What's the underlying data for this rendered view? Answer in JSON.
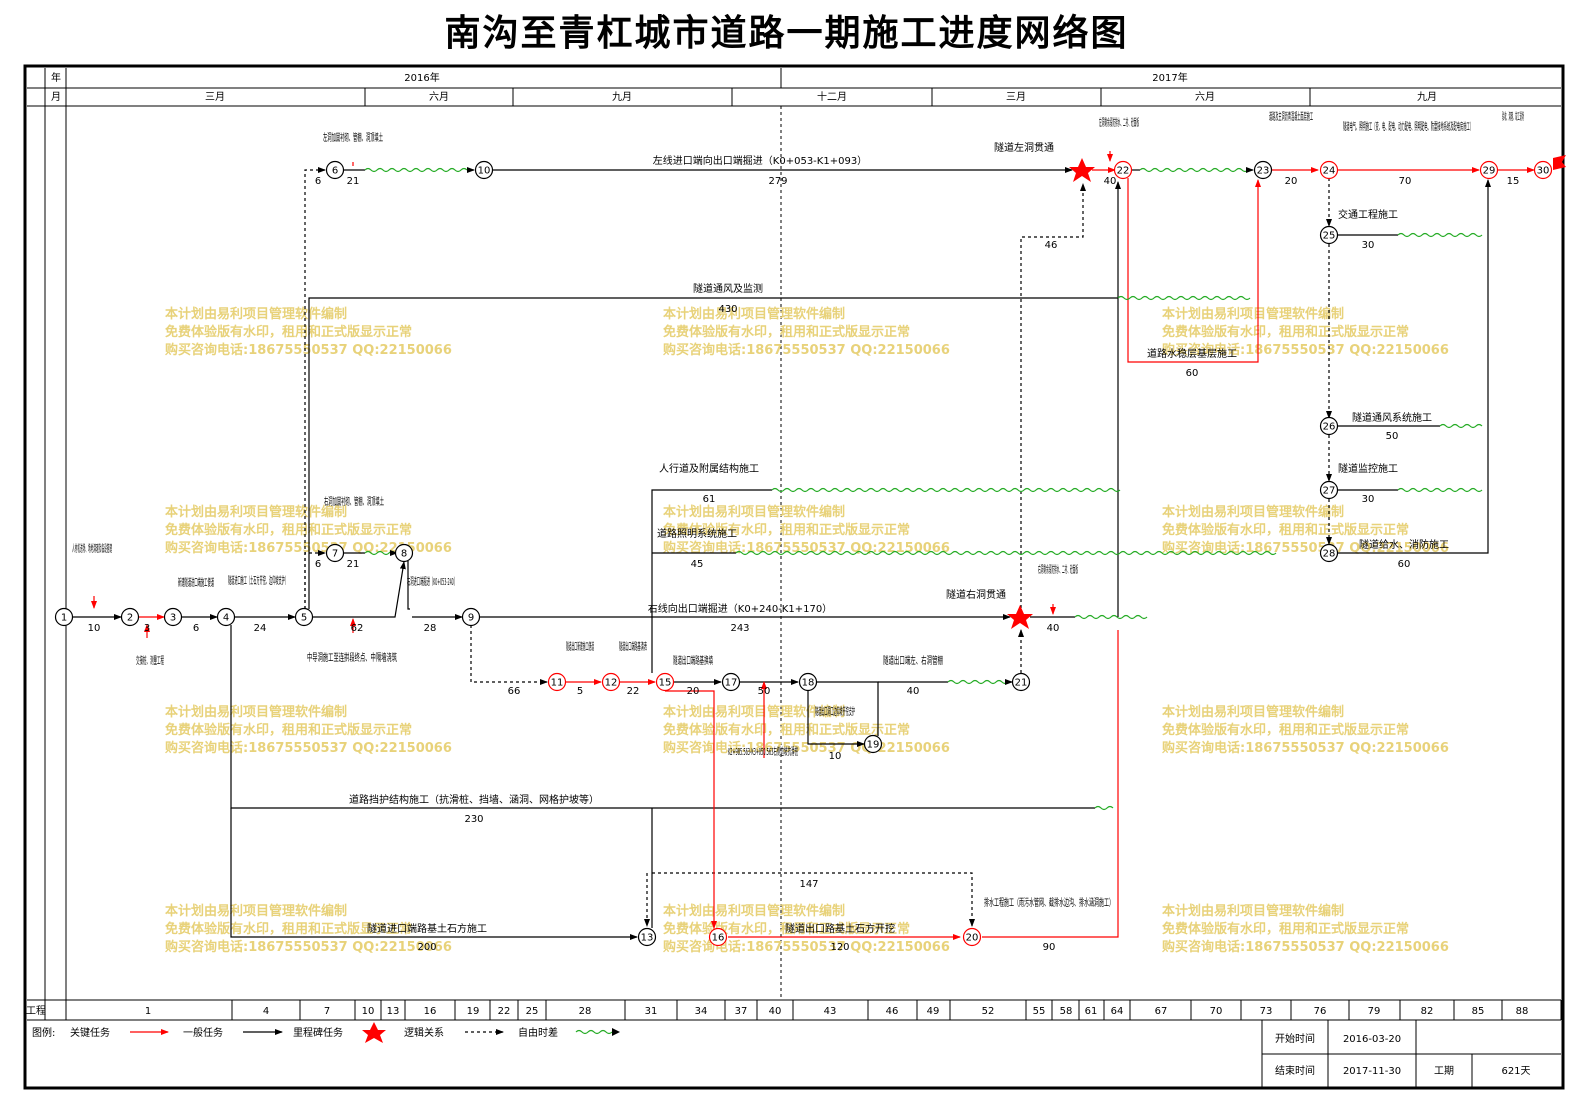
{
  "title": "南沟至青杠城市道路一期施工进度网络图",
  "header": {
    "year_label": "年",
    "month_label": "月",
    "years": [
      "2016年",
      "2017年"
    ],
    "months": [
      "三月",
      "六月",
      "九月",
      "十二月",
      "三月",
      "六月",
      "九月"
    ]
  },
  "week_scale": {
    "label": "工程",
    "weeks": [
      "1",
      "4",
      "7",
      "10",
      "13",
      "16",
      "19",
      "22",
      "25",
      "28",
      "31",
      "34",
      "37",
      "40",
      "43",
      "46",
      "49",
      "52",
      "55",
      "58",
      "61",
      "64",
      "67",
      "70",
      "73",
      "76",
      "79",
      "82",
      "85",
      "88"
    ]
  },
  "legend": {
    "label": "图例:",
    "critical": "关键任务",
    "normal": "一般任务",
    "milestone": "里程碑任务",
    "logic": "逻辑关系",
    "free_float": "自由时差"
  },
  "info": {
    "start_label": "开始时间",
    "start_value": "2016-03-20",
    "end_label": "结束时间",
    "end_value": "2017-11-30",
    "duration_label": "工期",
    "duration_value": "621天"
  },
  "watermark": [
    "本计划由易利项目管理软件编制",
    "免费体验版有水印，租用和正式版显示正常",
    "购买咨询电话:18675550537 QQ:22150066"
  ],
  "colors": {
    "critical": "#ff0000",
    "normal": "#000000",
    "float": "#33cc33",
    "watermark": "#e8d27a"
  },
  "nodes": [
    "1",
    "2",
    "3",
    "4",
    "5",
    "6",
    "7",
    "8",
    "9",
    "10",
    "11",
    "12",
    "13",
    "15",
    "16",
    "17",
    "18",
    "19",
    "20",
    "21",
    "22",
    "23",
    "24",
    "25",
    "26",
    "27",
    "28",
    "29",
    "30"
  ],
  "task_labels": {
    "t1": "人材机进场、场地清理及临设搭建",
    "t1_dur": "10",
    "t2": "交接桩、测量工程",
    "t2_dur": "3",
    "t3": "新建隧道进口端施工便道",
    "t3_dur": "6",
    "t4": "隧道进口施工（土石方开挖、边仰坡支护）",
    "t4_dur": "24",
    "t5": "中导洞施工至连拱段终点、中隔墙浇筑",
    "t5_dur": "62",
    "t6": "左洞加固衬砌、管棚、洞顶填土",
    "t6_dur": "21",
    "t6_pre": "6",
    "t7": "右洞加固衬砌、管棚、洞顶填土",
    "t7_dur": "21",
    "t7_pre": "6",
    "t8": "右洞进口端掘进（K0+053-240）",
    "t8_dur": "28",
    "t9": "右线向出口端掘进（K0+240-K1+170）",
    "t9_dur": "243",
    "t10": "左线进口端向出口端掘进（K0+053-K1+093）",
    "t10_dur": "279",
    "t11": "隧道出口新建施工便道",
    "t11_dur": "5",
    "t11_pre": "66",
    "t12": "隧道出口端路基清表",
    "t12_dur": "22",
    "t13": "隧道出口端路基换填",
    "t13_dur": "20",
    "t14": "K2+985.563-K3+050.563右侧边坡抗滑桩",
    "t14_dur": "50",
    "t15": "隧道出口洞口边仰坡开挖支护",
    "t15_dur": "10",
    "t16": "隧道出口端左、右洞管棚",
    "t16_dur": "40",
    "t17": "隧道右洞贯通",
    "t18": "右洞剩余段防排水、二衬、砼面板",
    "t18_dur": "40",
    "t19": "隧道左洞贯通",
    "t19_dur": "46",
    "t20": "左洞剩余段防排水、二衬、砼面板",
    "t20_dur": "40",
    "t21": "隧道通风及监测",
    "t21_dur": "430",
    "t22": "人行道及附属结构施工",
    "t22_dur": "61",
    "t23": "道路照明系统施工",
    "t23_dur": "45",
    "t24": "道路挡护结构施工（抗滑桩、挡墙、涵洞、网格护坡等）",
    "t24_dur": "230",
    "t25": "隧道进口端路基土石方施工",
    "t25_dur": "200",
    "t26": "隧道出口路基土石方开挖",
    "t26_dur": "120",
    "t26_pre": "147",
    "t27": "排水工程施工（雨污水管网、截排水边沟、排水涵洞施工）",
    "t27_dur": "90",
    "t28": "道路水稳层基层施工",
    "t28_dur": "60",
    "t29": "道路及主洞沥青混凝土面层施工",
    "t29_dur": "20",
    "t30": "隧道电气、照明施工（变、电、配电、动力配电、照明配电、防雷接地系统及配电房施工）",
    "t30_dur": "70",
    "t31": "交通工程施工",
    "t31_dur": "30",
    "t32": "隧道通风系统施工",
    "t32_dur": "50",
    "t33": "隧道监控施工",
    "t33_dur": "30",
    "t34": "隧道给水、消防施工",
    "t34_dur": "60",
    "t35": "验收、清理、竣工退场",
    "t35_dur": "15"
  }
}
